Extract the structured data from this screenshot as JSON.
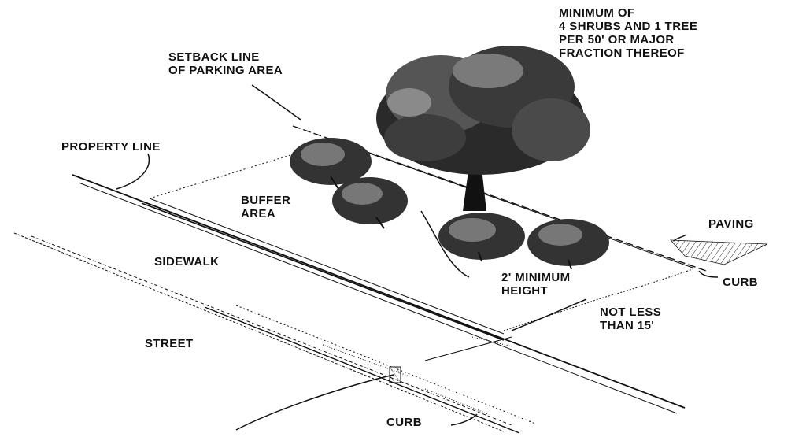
{
  "labels": {
    "requirement": "MINIMUM OF\n4 SHRUBS AND 1 TREE\nPER 50' OR MAJOR\nFRACTION THEREOF",
    "setback": "SETBACK LINE\nOF PARKING AREA",
    "property_line": "PROPERTY LINE",
    "buffer_area": "BUFFER\nAREA",
    "sidewalk": "SIDEWALK",
    "street": "STREET",
    "paving": "PAVING",
    "curb_right": "CURB",
    "min_height": "2' MINIMUM\nHEIGHT",
    "not_less": "NOT LESS\nTHAN 15'",
    "curb_bottom": "CURB"
  },
  "colors": {
    "ink": "#111111",
    "foliage_dark": "#2a2a2a",
    "foliage_mid": "#555555",
    "foliage_light": "#8a8a8a"
  }
}
